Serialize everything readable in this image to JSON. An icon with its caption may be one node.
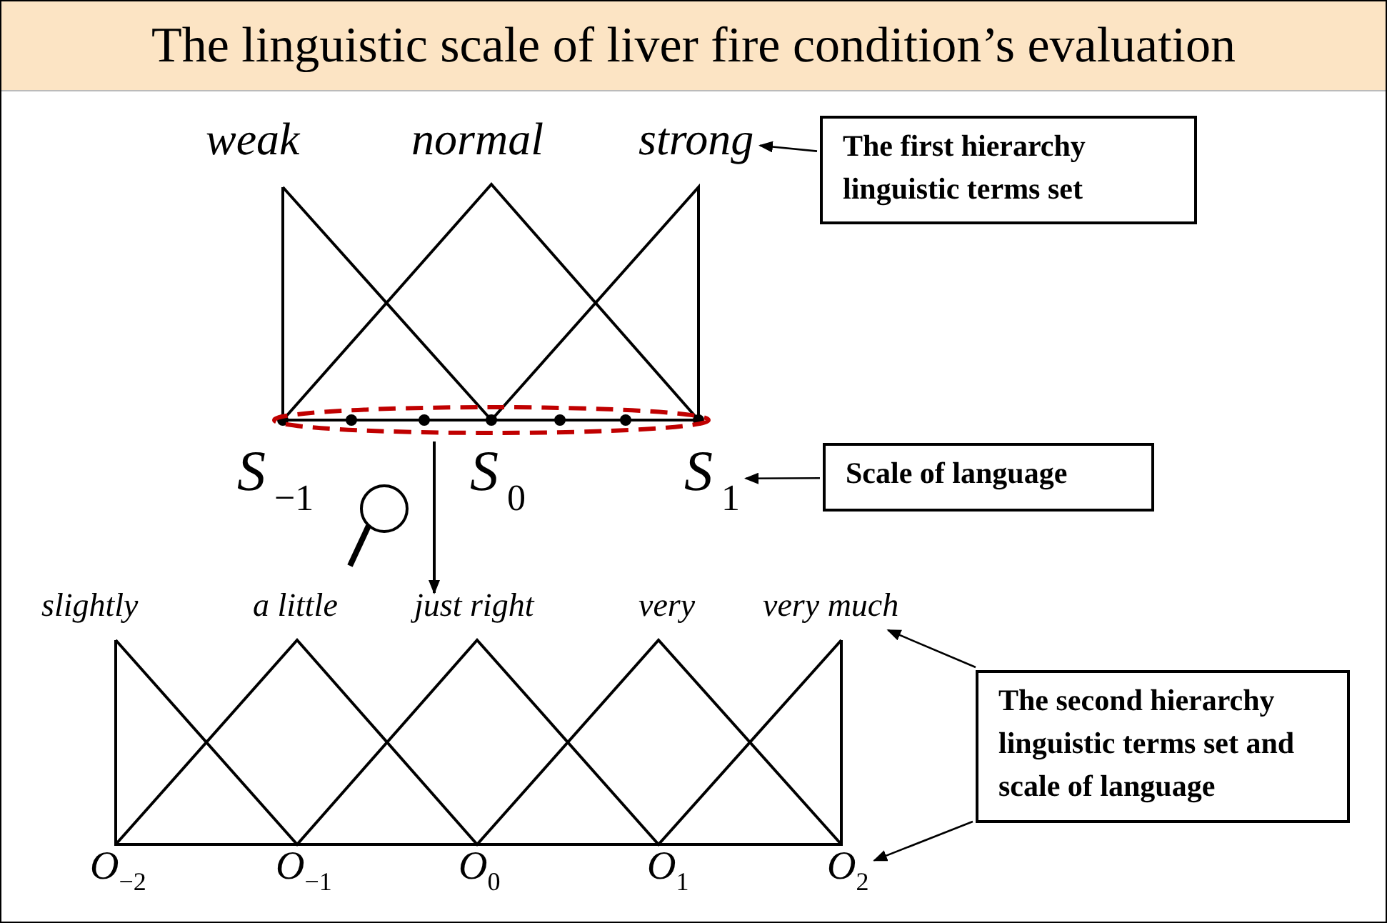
{
  "diagram": {
    "title": "The linguistic scale of liver fire condition’s evaluation",
    "nodes": [
      {
        "text": [
          "strong"
        ]
      },
      {
        "text": [
          "The first hierarchy linguistic terms set"
        ]
      },
      {
        "text": [],
        "shape": "ellipse"
      },
      {
        "text": [
          "S$_{1}$"
        ]
      },
      {
        "text": [
          "Scale of language"
        ]
      },
      {
        "text": [
          "just right"
        ]
      },
      {
        "text": [
          "very much"
        ]
      },
      {
        "text": [
          "The second hierarchy linguistic terms set and scale of language"
        ]
      },
      {
        "text": [
          "O$_{2}$"
        ]
      }
    ],
    "edges": [
      {
        "from": 1,
        "to": 0,
        "arrow": "to"
      },
      {
        "from": 4,
        "to": 3,
        "arrow": "to"
      },
      {
        "from": 2,
        "to": 5,
        "arrow": "to"
      },
      {
        "from": 7,
        "to": 6,
        "arrow": "to"
      },
      {
        "from": 7,
        "to": 8,
        "arrow": "to"
      }
    ],
    "labels": [
      "weak",
      "normal",
      "S$_{−1}$",
      "S$_{0}$",
      "slightly",
      "a little",
      "very",
      "O$_{−2}$",
      "O$_{−1}$",
      "O$_{0}$",
      "O$_{1}$"
    ]
  }
}
